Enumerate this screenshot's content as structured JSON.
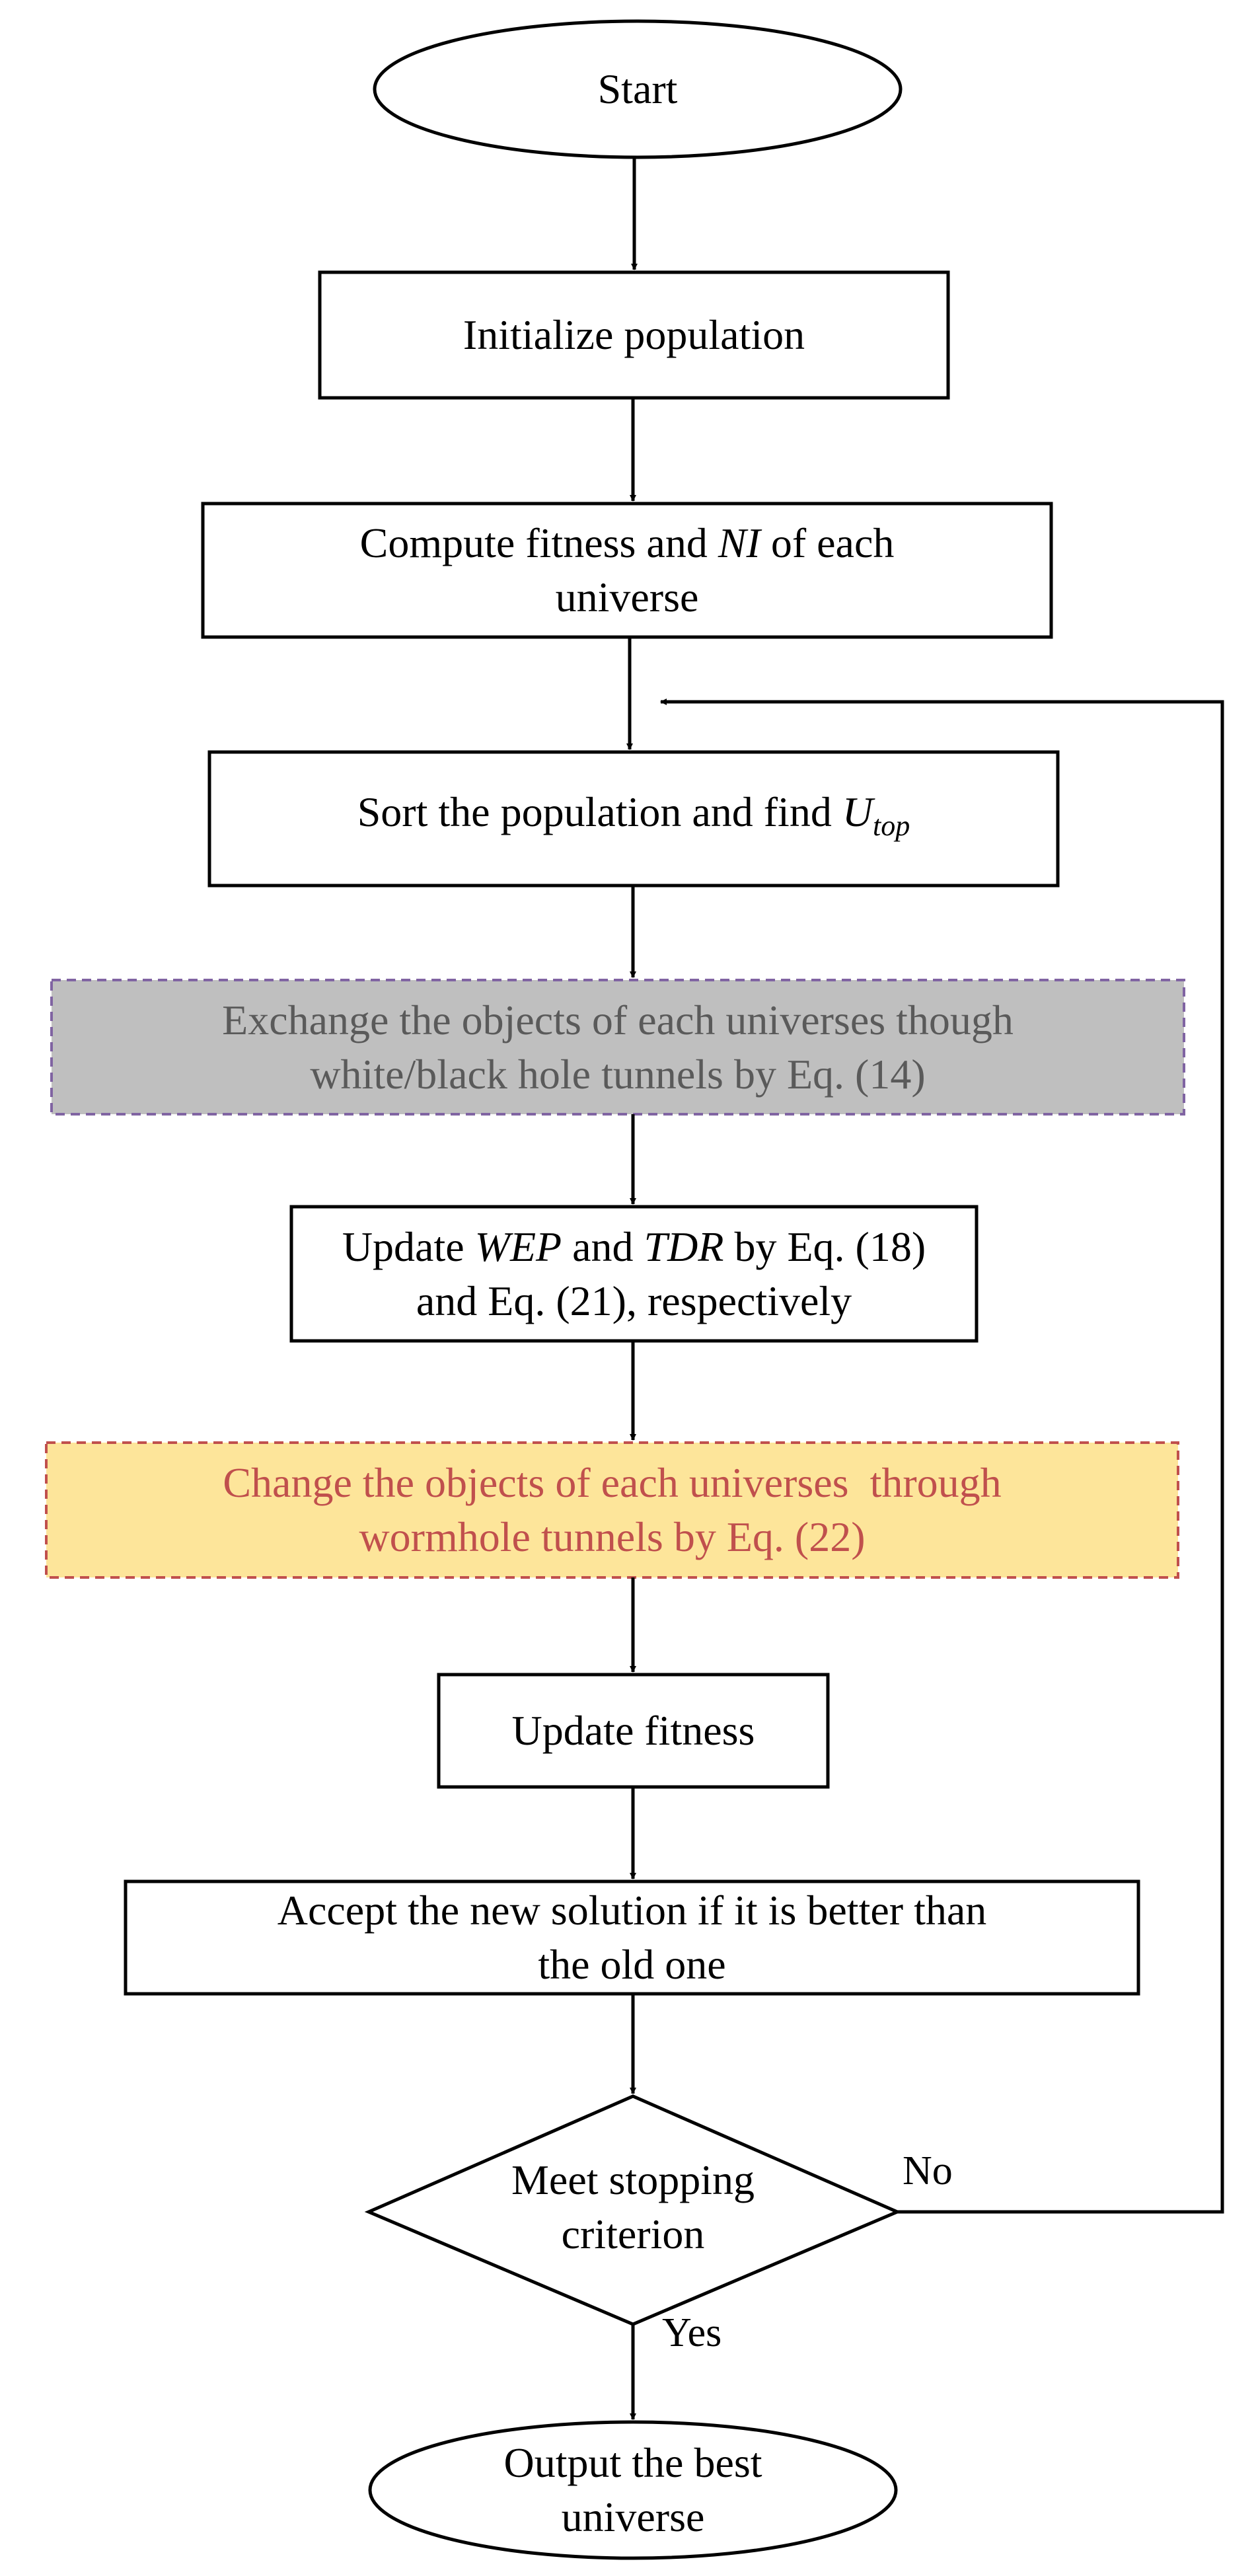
{
  "nodes": {
    "start": "Start",
    "init": "Initialize population",
    "compute": {
      "pre": "Compute fitness and ",
      "em": "NI",
      "post": " of each",
      "line2": "universe"
    },
    "sort": {
      "pre": "Sort the population and find ",
      "u": "U",
      "sub": "top"
    },
    "exchange": {
      "line1": "Exchange the objects of each universes though",
      "line2": "white/black hole tunnels by Eq. (14)"
    },
    "update_wep": {
      "pre": "Update ",
      "wep": "WEP",
      "mid": " and ",
      "tdr": "TDR",
      "post": " by Eq. (18)",
      "line2": "and Eq. (21), respectively"
    },
    "change": {
      "line1": "Change the objects of each universes  through",
      "line2": "wormhole tunnels by Eq. (22)"
    },
    "update_fit": "Update fitness",
    "accept": {
      "line1": "Accept the new solution if it is better than",
      "line2": "the old one"
    },
    "decision": {
      "line1": "Meet stopping",
      "line2": "criterion"
    },
    "output": {
      "line1": "Output the best",
      "line2": "universe"
    }
  },
  "edges": {
    "no": "No",
    "yes": "Yes"
  },
  "colors": {
    "grey_fill": "#bfbfbf",
    "grey_border": "#8064a2",
    "grey_text": "#5a5a5a",
    "yellow_fill": "#fde59a",
    "yellow_border": "#c0504d",
    "red_text": "#c0504d"
  }
}
